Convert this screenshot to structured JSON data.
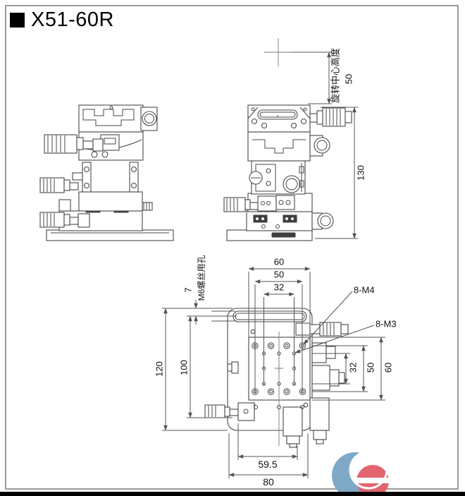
{
  "title": "X51-60R",
  "dims": {
    "rotation_label": "旋转中心高度",
    "rotation_height": "50",
    "total_height": "130",
    "top_outer": "60",
    "top_mid": "50",
    "top_inner": "32",
    "edge_offset": "7",
    "m6_label": "M6螺丝用孔",
    "left_outer": "120",
    "left_inner": "100",
    "right_inner": "32",
    "right_mid": "50",
    "right_outer": "60",
    "holes_m4": "8-M4",
    "holes_m3": "8-M3",
    "bottom_inner": "59.5",
    "bottom_outer": "80"
  },
  "colors": {
    "line": "#474747",
    "dimension": "#555555",
    "text": "#111111",
    "frame": "#9a9a9a",
    "logo_blue": "#7fa8c6",
    "logo_red": "#e2646f"
  }
}
